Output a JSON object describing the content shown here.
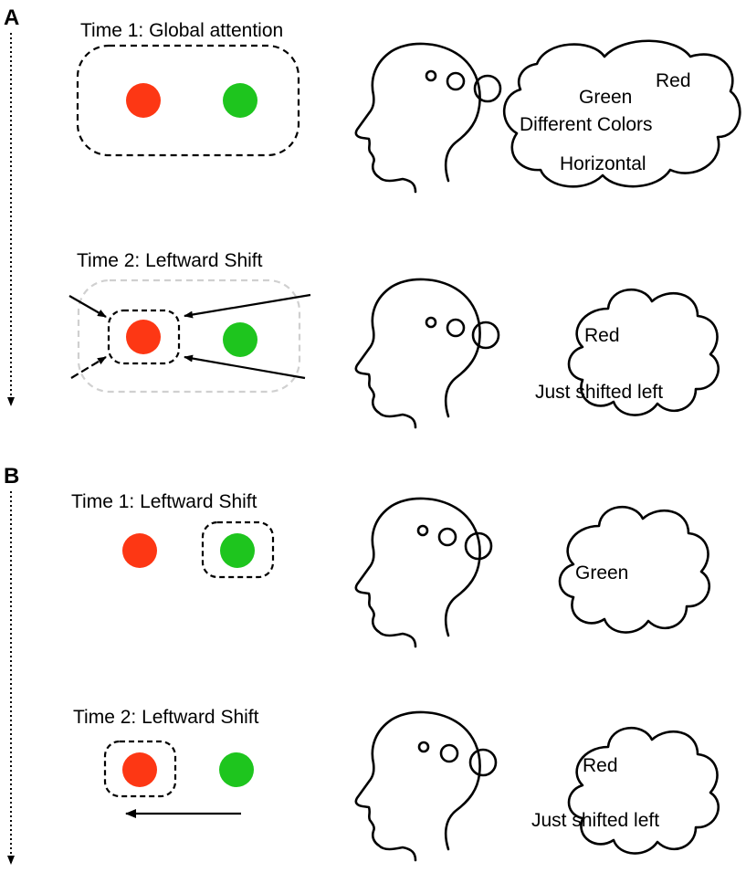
{
  "colors": {
    "red_dot": "#fd3714",
    "green_dot": "#1ec51e",
    "faded_box": "#d0d0d0"
  },
  "panels": [
    {
      "letter": "A",
      "scenes": [
        {
          "caption": "Time 1: Global attention",
          "thoughts": [
            "Red",
            "Green",
            "Different Colors",
            "Horizontal"
          ]
        },
        {
          "caption": "Time 2: Leftward Shift",
          "thoughts": [
            "Red",
            "Just shifted left"
          ]
        }
      ]
    },
    {
      "letter": "B",
      "scenes": [
        {
          "caption": "Time 1: Leftward Shift",
          "thoughts": [
            "Green"
          ]
        },
        {
          "caption": "Time 2: Leftward Shift",
          "thoughts": [
            "Red",
            "Just shifted left"
          ]
        }
      ]
    }
  ]
}
